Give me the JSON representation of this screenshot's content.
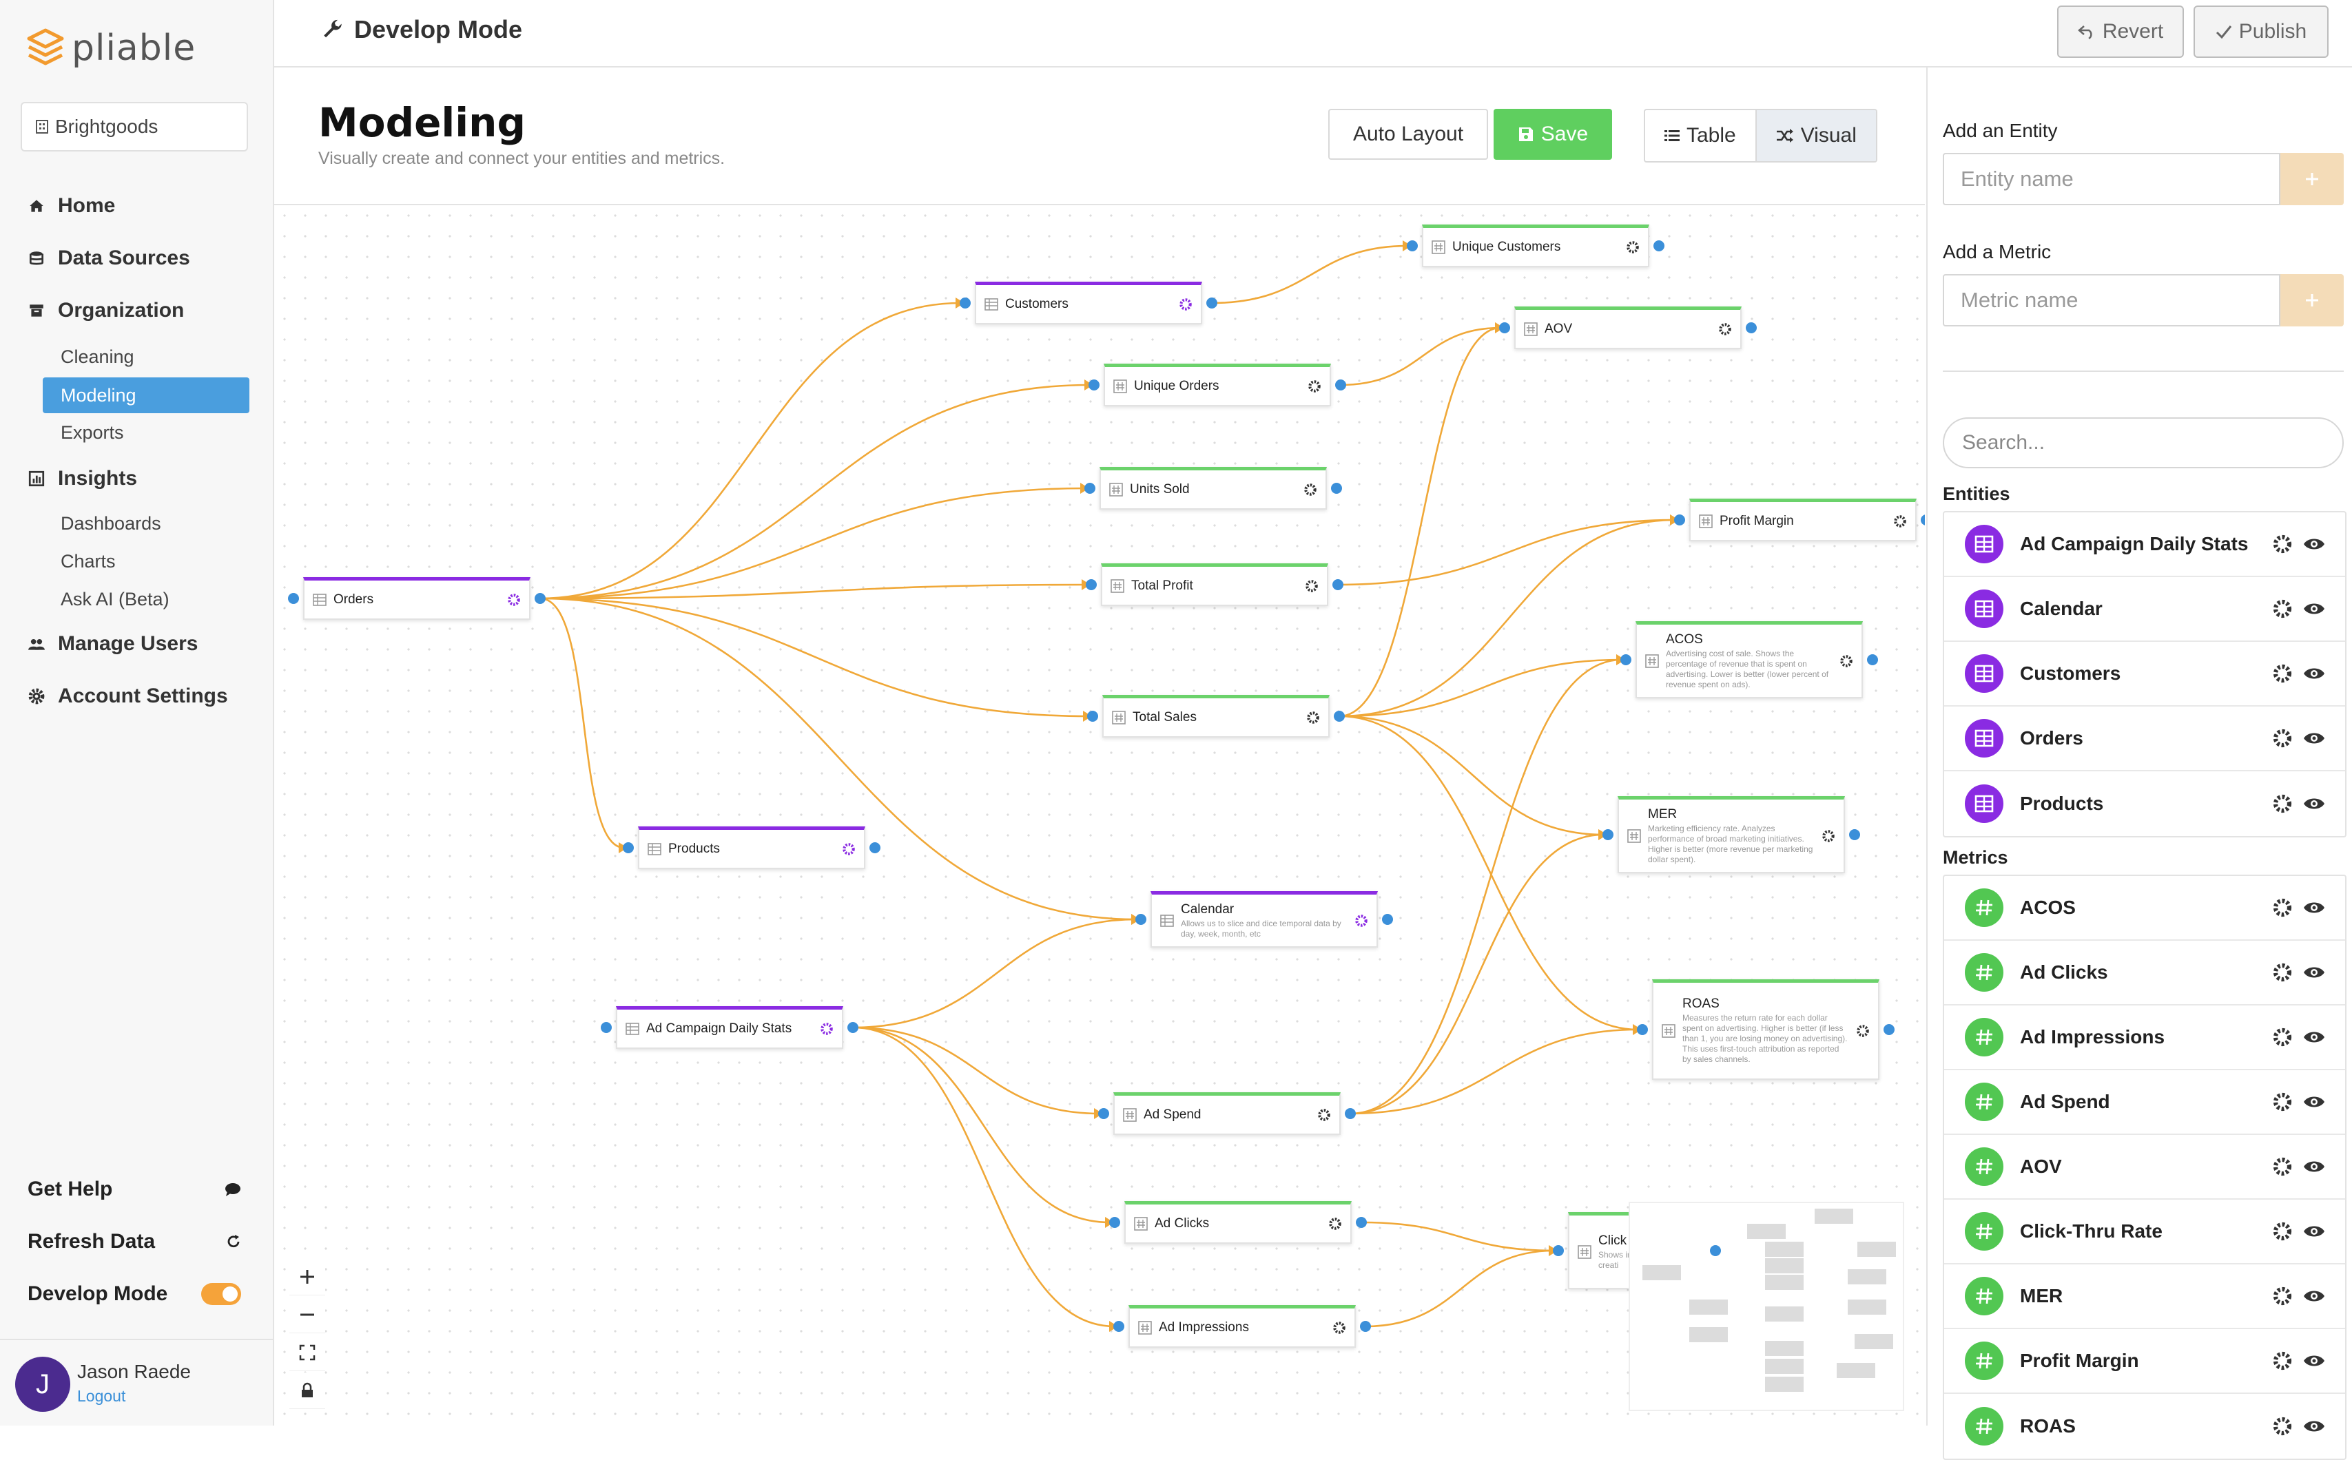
{
  "sidebar": {
    "brand": "pliable",
    "org": "Brightgoods",
    "nav": {
      "home": "Home",
      "data_sources": "Data Sources",
      "organization": "Organization",
      "cleaning": "Cleaning",
      "modeling": "Modeling",
      "exports": "Exports",
      "insights": "Insights",
      "dashboards": "Dashboards",
      "charts": "Charts",
      "ask_ai": "Ask AI (Beta)",
      "manage_users": "Manage Users",
      "account_settings": "Account Settings"
    },
    "bottom": {
      "get_help": "Get Help",
      "refresh_data": "Refresh Data",
      "develop_mode": "Develop Mode"
    },
    "user": {
      "name": "Jason Raede",
      "initial": "J",
      "logout": "Logout"
    }
  },
  "topbar": {
    "title": "Develop Mode",
    "revert": "Revert",
    "publish": "Publish"
  },
  "header": {
    "title": "Modeling",
    "subtitle": "Visually create and connect your entities and metrics.",
    "auto_layout": "Auto Layout",
    "save": "Save",
    "table": "Table",
    "visual": "Visual"
  },
  "nodes": {
    "orders": {
      "label": "Orders"
    },
    "customers": {
      "label": "Customers"
    },
    "products": {
      "label": "Products"
    },
    "calendar": {
      "label": "Calendar",
      "desc": "Allows us to slice and dice temporal data by day, week, month, etc"
    },
    "ad_campaign": {
      "label": "Ad Campaign Daily Stats"
    },
    "unique_customers": {
      "label": "Unique Customers"
    },
    "aov": {
      "label": "AOV"
    },
    "unique_orders": {
      "label": "Unique Orders"
    },
    "units_sold": {
      "label": "Units Sold"
    },
    "total_profit": {
      "label": "Total Profit"
    },
    "total_sales": {
      "label": "Total Sales"
    },
    "profit_margin": {
      "label": "Profit Margin"
    },
    "acos": {
      "label": "ACOS",
      "desc": "Advertising cost of sale. Shows the percentage of revenue that is spent on advertising. Lower is better (lower percent of revenue spent on ads)."
    },
    "mer": {
      "label": "MER",
      "desc": "Marketing efficiency rate. Analyzes performance of broad marketing initiatives. Higher is better (more revenue per marketing dollar spent)."
    },
    "roas": {
      "label": "ROAS",
      "desc": "Measures the return rate for each dollar spent on advertising. Higher is better (if less than 1, you are losing money on advertising). This uses first-touch attribution as reported by sales channels."
    },
    "ad_spend": {
      "label": "Ad Spend"
    },
    "ad_clicks": {
      "label": "Ad Clicks"
    },
    "ad_impressions": {
      "label": "Ad Impressions"
    },
    "click_thru": {
      "label": "Click",
      "desc": "Shows impres measu creati"
    }
  },
  "panel": {
    "add_entity_label": "Add an Entity",
    "entity_placeholder": "Entity name",
    "add_metric_label": "Add a Metric",
    "metric_placeholder": "Metric name",
    "search_placeholder": "Search...",
    "entities_heading": "Entities",
    "entities": [
      "Ad Campaign Daily Stats",
      "Calendar",
      "Customers",
      "Orders",
      "Products"
    ],
    "metrics_heading": "Metrics",
    "metrics": [
      "ACOS",
      "Ad Clicks",
      "Ad Impressions",
      "Ad Spend",
      "AOV",
      "Click-Thru Rate",
      "MER",
      "Profit Margin",
      "ROAS"
    ]
  },
  "colors": {
    "accent": "#4a9ede",
    "entity": "#8a2be2",
    "metric": "#52c752",
    "edge": "#f0a838",
    "handle": "#3b8fd9",
    "save": "#5fcf5f"
  },
  "icons": {
    "entity": "table-icon",
    "metric": "hash-icon",
    "gear": "gear-icon",
    "eye": "eye-icon"
  }
}
